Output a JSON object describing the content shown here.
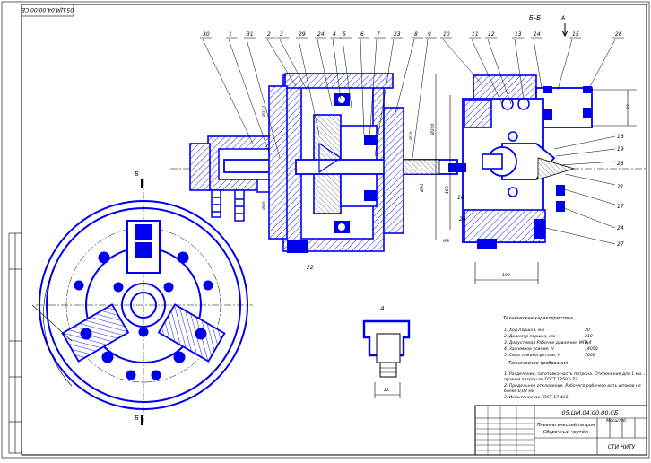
{
  "stamp_top": "05.ЦМ.04.00.00.СБ",
  "section_label": "Б–Б",
  "view_label": "А",
  "section_mark": "Б",
  "callouts_top": [
    "30",
    "1",
    "31",
    "2",
    "3",
    "29",
    "24",
    "4",
    "5",
    "6",
    "7",
    "23",
    "8",
    "9",
    "10",
    "11",
    "12",
    "13",
    "14",
    "15",
    "26"
  ],
  "callouts_right": [
    "16",
    "19",
    "28",
    "21",
    "17",
    "24",
    "27"
  ],
  "callouts_misc": [
    "18",
    "25",
    "22"
  ],
  "tech_title": "Техническая характеристика",
  "tech_specs": [
    {
      "label": "1. Ход поршня, мм",
      "value": "20"
    },
    {
      "label": "2. Диаметр поршня, мм",
      "value": "210"
    },
    {
      "label": "3. Допустимая Рабочее давление, МПа",
      "value": "0,4"
    },
    {
      "label": "4. Зажимное усилие, Н",
      "value": "14050"
    },
    {
      "label": "5. Сила зажима детали, Н",
      "value": "7000"
    }
  ],
  "req_title": "Технические требования",
  "requirements": [
    "1. Разделение, заготовка часть патрона. Отклонение для 1 ми...",
    "   правый патрон по ГОСТ 12593–72",
    "2. Предельное отклонение. Рабочего рабочего есть штоков не",
    "   более 0,02 мм",
    "3. Испытание по ГОСТ 17-410"
  ],
  "title_block": {
    "doc_number": "05.ЦМ.04.00.00.СБ",
    "name_line1": "Пневматический патрон",
    "name_line2": "Сборочный чертёж",
    "org": "СТИ НИТУ",
    "scale_label": "Масштаб"
  },
  "dims": {
    "d_left1": "Ø212",
    "d_left2": "Ø90",
    "d_r1": "Ø200",
    "d_r2": "160",
    "d_r3": "Ø90",
    "d_bottom": "100",
    "d_view": "22",
    "d_mid": "Ø30",
    "d_m8": "М8",
    "d_left_len": "22"
  },
  "colors": {
    "ink": "#000000",
    "part": "#0000ee",
    "paper": "#ffffff"
  }
}
